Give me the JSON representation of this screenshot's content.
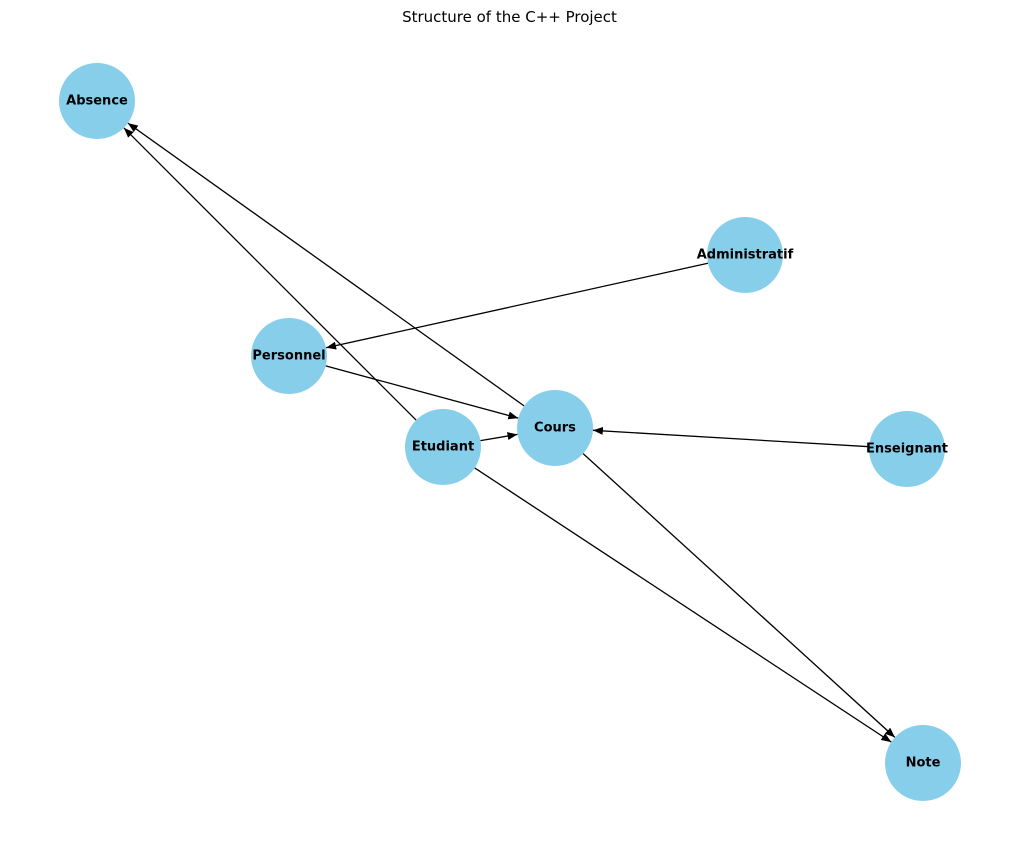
{
  "title": "Structure of the C++ Project",
  "colors": {
    "node_fill": "#87ceeb",
    "edge": "#000000",
    "label": "#000000"
  },
  "nodes": [
    {
      "id": "absence",
      "label": "Absence"
    },
    {
      "id": "administratif",
      "label": "Administratif"
    },
    {
      "id": "personnel",
      "label": "Personnel"
    },
    {
      "id": "cours",
      "label": "Cours"
    },
    {
      "id": "etudiant",
      "label": "Etudiant"
    },
    {
      "id": "enseignant",
      "label": "Enseignant"
    },
    {
      "id": "note",
      "label": "Note"
    }
  ],
  "edges": [
    {
      "from": "administratif",
      "to": "personnel"
    },
    {
      "from": "personnel",
      "to": "cours"
    },
    {
      "from": "etudiant",
      "to": "cours"
    },
    {
      "from": "etudiant",
      "to": "absence"
    },
    {
      "from": "etudiant",
      "to": "note"
    },
    {
      "from": "cours",
      "to": "absence"
    },
    {
      "from": "cours",
      "to": "note"
    },
    {
      "from": "enseignant",
      "to": "cours"
    }
  ]
}
